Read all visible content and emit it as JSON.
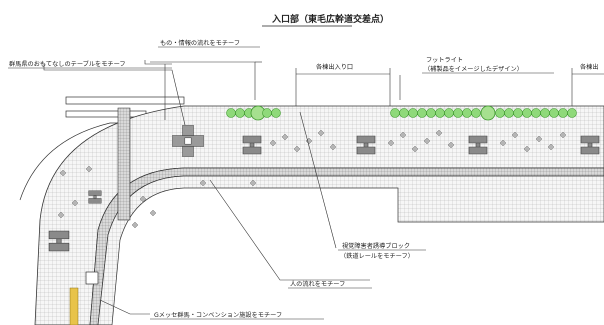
{
  "title": "入口部（東毛広幹道交差点）",
  "annotations": {
    "info_flow": "もの・情報の流れをモチーフ",
    "gunma_table": "群馬県のおもてなしのテーブルをモチーフ",
    "entrance": "各棟出入り口",
    "entrance_edge": "各棟出",
    "footlight_1": "フットライト",
    "footlight_2": "（補製品をイメージしたデザイン）",
    "tactile_1": "視覚障害者誘導ブロック",
    "tactile_2": "（鉄道レールをモチーフ）",
    "people_flow": "人の流れをモチーフ",
    "gmesse": "Gメッセ群馬・コンベンション施設をモチーフ"
  },
  "colors": {
    "line": "#333333",
    "grid": "#9a9a9a",
    "paving_fill": "#f4f4f4",
    "motif": "#7a7a7a",
    "tree": "#8fd97a",
    "tree_dark": "#3f9a2e",
    "tactile": "#e8c34a"
  }
}
